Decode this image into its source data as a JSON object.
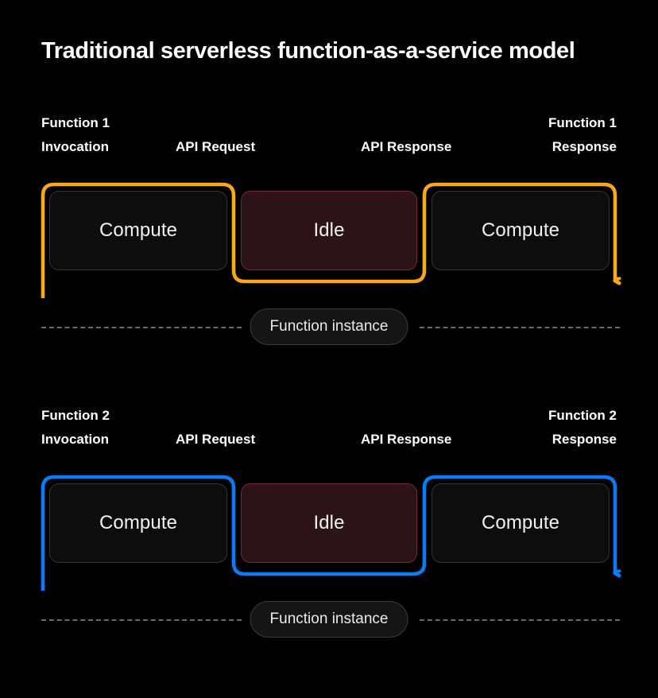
{
  "page": {
    "background": "#000000",
    "title": "Traditional serverless function-as-a-service model"
  },
  "colors": {
    "accent_function_1": "#F8A81B",
    "accent_function_2": "#0A7CF5",
    "idle_fill": "#2B1317",
    "idle_border": "#7A2530",
    "compute_fill": "#0D0D0D",
    "compute_border": "#333333",
    "dashed_line": "#6A6A6A",
    "text": "#FFFFFF"
  },
  "sections": [
    {
      "id": "function-1",
      "accent": "#F8A81B",
      "labels": {
        "invocation": "Function 1\nInvocation",
        "invocation_line1": "Function 1",
        "invocation_line2": "Invocation",
        "api_request": "API Request",
        "api_response": "API Response",
        "response_line1": "Function 1",
        "response_line2": "Response"
      },
      "boxes": [
        {
          "label": "Compute",
          "state": "compute"
        },
        {
          "label": "Idle",
          "state": "idle"
        },
        {
          "label": "Compute",
          "state": "compute"
        }
      ],
      "instance_label": "Function instance"
    },
    {
      "id": "function-2",
      "accent": "#0A7CF5",
      "labels": {
        "invocation": "Function 2\nInvocation",
        "invocation_line1": "Function 2",
        "invocation_line2": "Invocation",
        "api_request": "API Request",
        "api_response": "API Response",
        "response_line1": "Function 2",
        "response_line2": "Response"
      },
      "boxes": [
        {
          "label": "Compute",
          "state": "compute"
        },
        {
          "label": "Idle",
          "state": "idle"
        },
        {
          "label": "Compute",
          "state": "compute"
        }
      ],
      "instance_label": "Function instance"
    }
  ]
}
